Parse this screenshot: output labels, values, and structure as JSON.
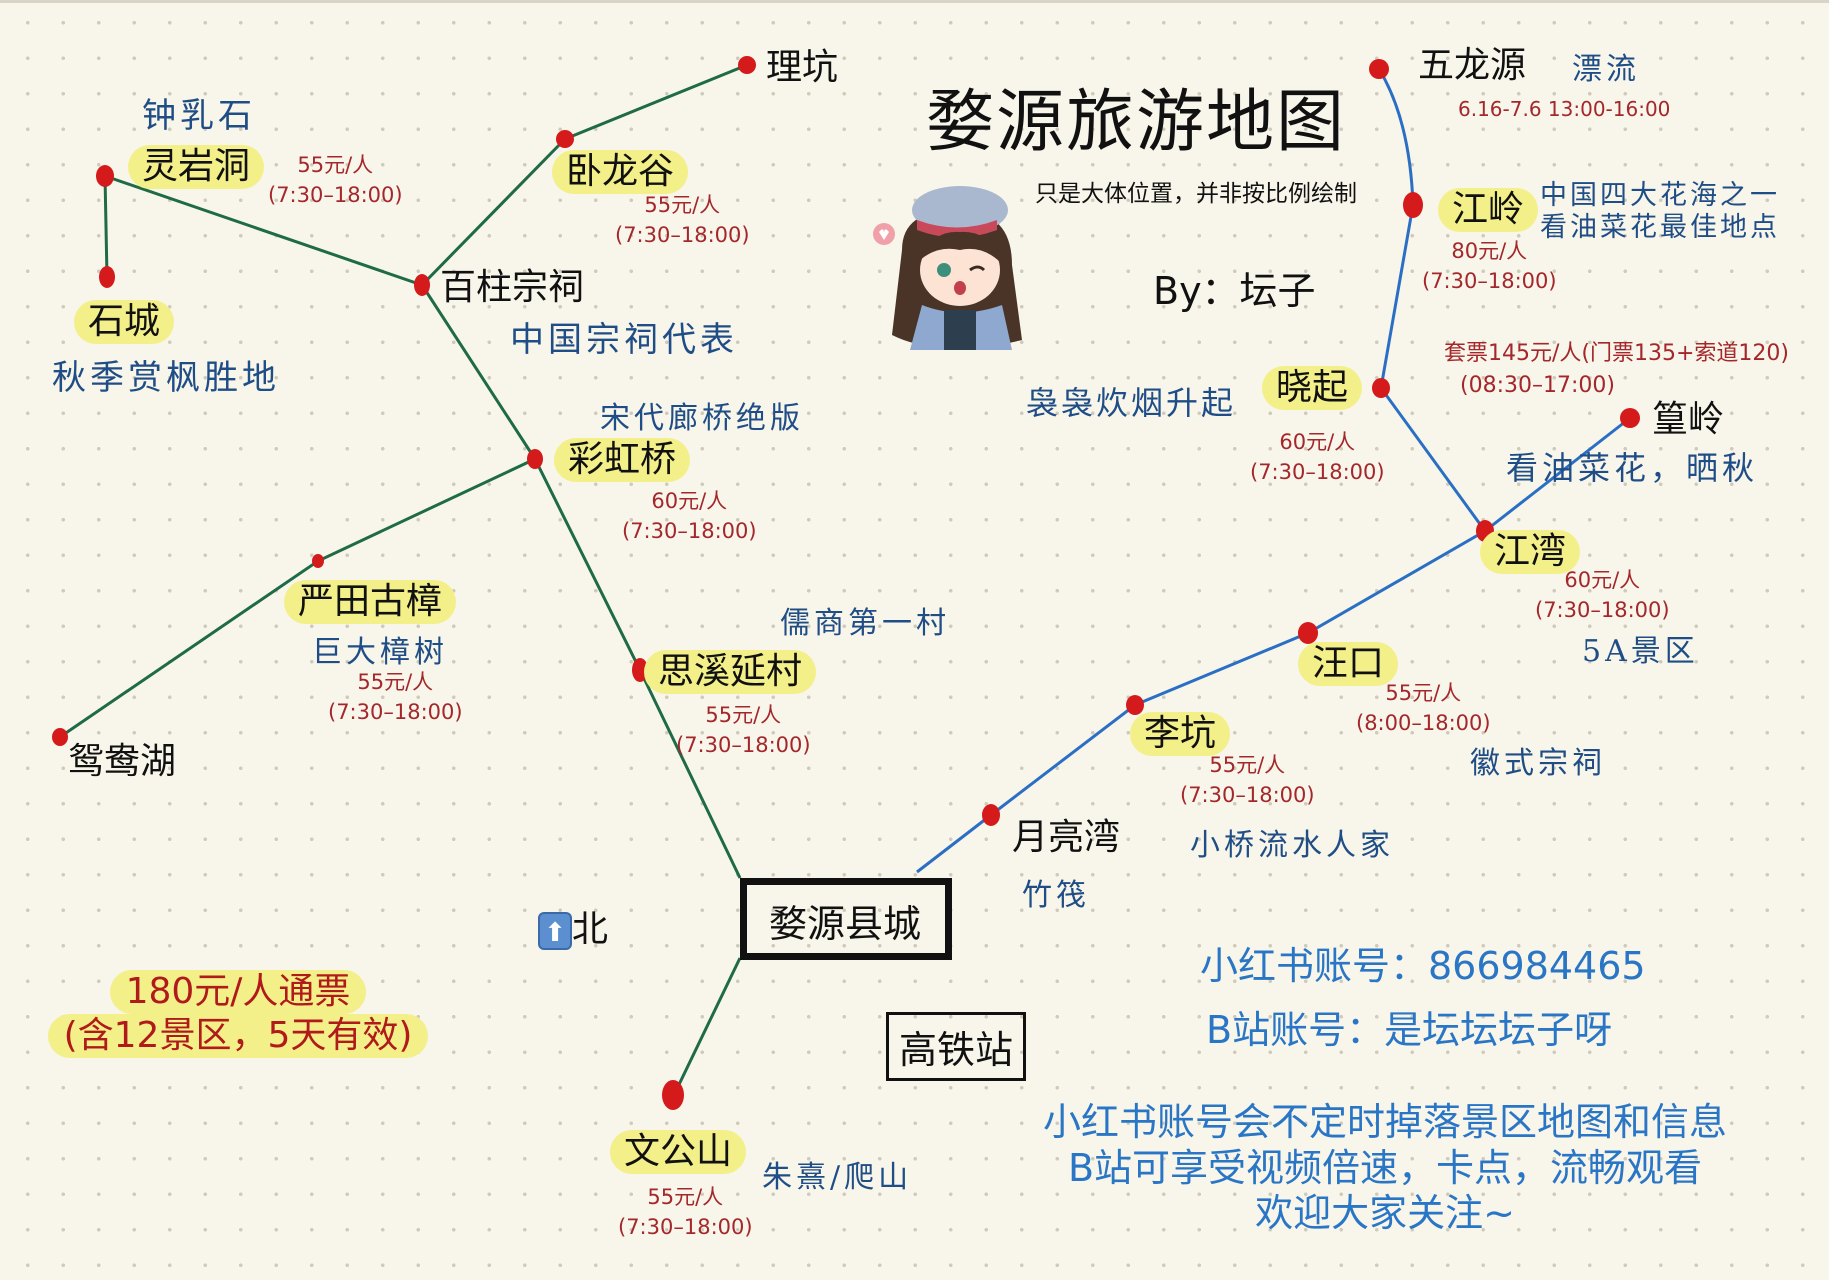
{
  "header": {
    "title": "婺源旅游地图",
    "subtitle": "只是大体位置，并非按比例绘制",
    "byline": "By：坛子"
  },
  "compass": {
    "icon": "up-arrow-icon",
    "label": "北"
  },
  "center": {
    "county": "婺源县城",
    "rail_station": "高铁站"
  },
  "pass_ticket": {
    "line1": "180元/人通票",
    "line2": "(含12景区，5天有效)"
  },
  "colors": {
    "west_route": "#1e6b45",
    "east_route": "#2a6fc4",
    "node": "#d41a1a",
    "highlight": "#f3f08a",
    "price_text": "#a3272b",
    "note_text": "#1f4d86",
    "info_text": "#2a76c6"
  },
  "spots": {
    "lingyandong": {
      "name": "灵岩洞",
      "note": "钟乳石",
      "price": "55元/人",
      "hours": "(7:30–18:00)"
    },
    "shicheng": {
      "name": "石城",
      "note": "秋季赏枫胜地"
    },
    "likeng_north": {
      "name": "理坑"
    },
    "wolonggu": {
      "name": "卧龙谷",
      "price": "55元/人",
      "hours": "(7:30–18:00)"
    },
    "baizhu": {
      "name": "百柱宗祠",
      "note": "中国宗祠代表"
    },
    "caihongqiao": {
      "name": "彩虹桥",
      "note": "宋代廊桥绝版",
      "price": "60元/人",
      "hours": "(7:30–18:00)"
    },
    "yantian": {
      "name": "严田古樟",
      "note": "巨大樟树",
      "price": "55元/人",
      "hours": "(7:30–18:00)"
    },
    "yuanyanghu": {
      "name": "鸳鸯湖"
    },
    "sixi": {
      "name": "思溪延村",
      "note": "儒商第一村",
      "price": "55元/人",
      "hours": "(7:30–18:00)"
    },
    "wengongshan": {
      "name": "文公山",
      "note": "朱熹/爬山",
      "price": "55元/人",
      "hours": "(7:30–18:00)"
    },
    "wulongyuan": {
      "name": "五龙源",
      "note": "漂流",
      "hours": "6.16-7.6 13:00-16:00"
    },
    "jiangling": {
      "name": "江岭",
      "note1": "中国四大花海之一",
      "note2": "看油菜花最佳地点",
      "price": "80元/人",
      "hours": "(7:30–18:00)"
    },
    "xiaoqi": {
      "name": "晓起",
      "note": "袅袅炊烟升起",
      "price": "60元/人",
      "hours": "(7:30–18:00)"
    },
    "huangling": {
      "name": "篁岭",
      "note": "看油菜花，晒秋",
      "price": "套票145元/人(门票135+索道120)",
      "hours": "(08:30–17:00)"
    },
    "jiangwan": {
      "name": "江湾",
      "note": "5A景区",
      "price": "60元/人",
      "hours": "(7:30–18:00)"
    },
    "wangkou": {
      "name": "汪口",
      "note": "徽式宗祠",
      "price": "55元/人",
      "hours": "(8:00–18:00)"
    },
    "likeng": {
      "name": "李坑",
      "note": "小桥流水人家",
      "price": "55元/人",
      "hours": "(7:30–18:00)"
    },
    "yueliangwan": {
      "name": "月亮湾",
      "note": "竹筏"
    }
  },
  "contact": {
    "xhs": "小红书账号：866984465",
    "bilibili": "B站账号：是坛坛坛子呀",
    "msg1": "小红书账号会不定时掉落景区地图和信息",
    "msg2": "B站可享受视频倍速，卡点，流畅观看",
    "msg3": "欢迎大家关注~"
  }
}
